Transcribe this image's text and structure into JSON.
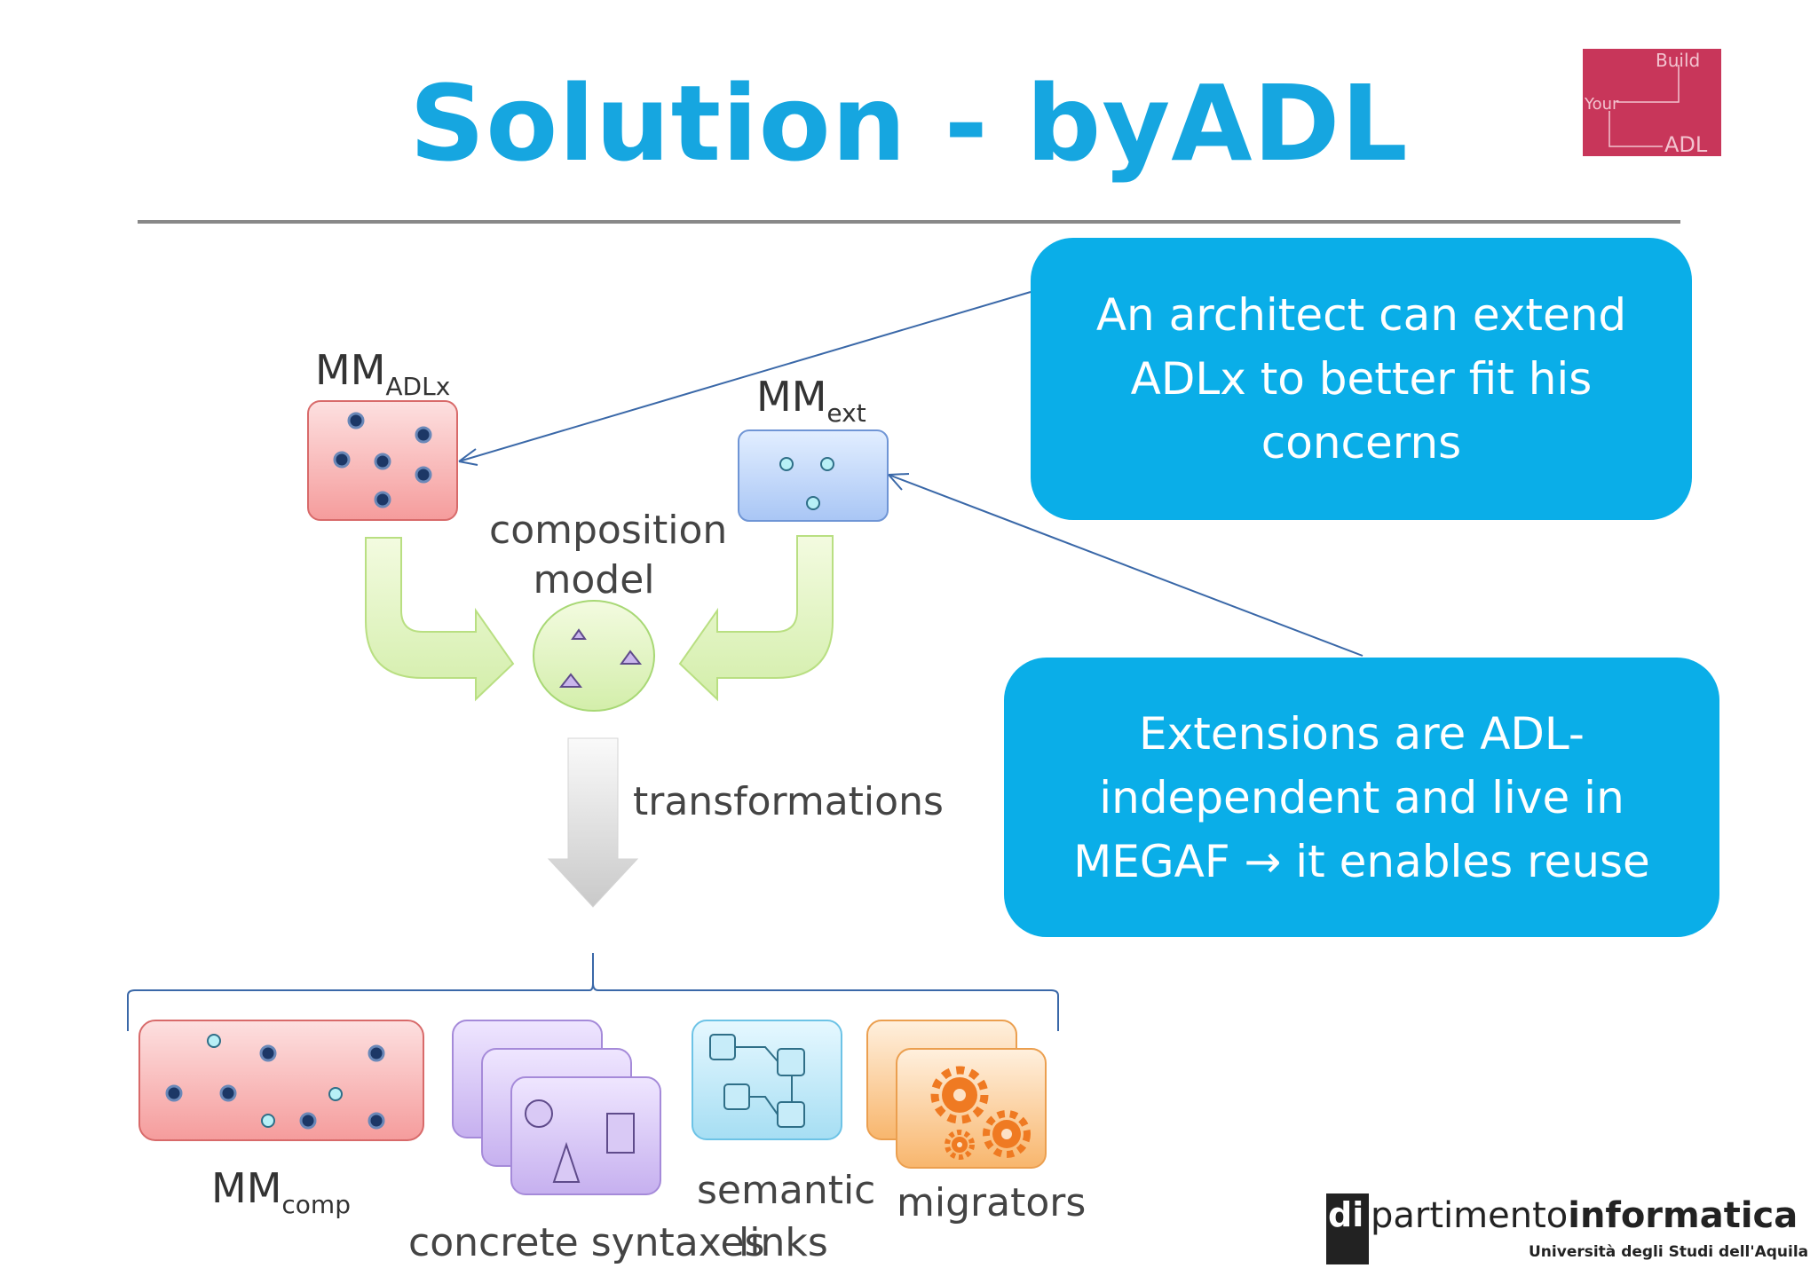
{
  "slide": {
    "title": "Solution - byADL"
  },
  "logo": {
    "word1": "Build",
    "word2": "Your",
    "word3": "ADL"
  },
  "callouts": {
    "top": "An architect can extend ADLx to better fit his concerns",
    "bottom": "Extensions are ADL-independent and live in MEGAF → it enables reuse"
  },
  "diagram": {
    "mm_adlx": {
      "base": "MM",
      "sub": "ADLx"
    },
    "mm_ext": {
      "base": "MM",
      "sub": "ext"
    },
    "composition_model_line1": "composition",
    "composition_model_line2": "model",
    "transformations": "transformations",
    "mm_comp": {
      "base": "MM",
      "sub": "comp"
    },
    "concrete_syntaxes": "concrete syntaxes",
    "semantic_links_line1": "semantic",
    "semantic_links_line2": "links",
    "migrators": "migrators"
  },
  "footer": {
    "dept_prefix": "di",
    "dept_part1": "partimento",
    "dept_part2": "informatica",
    "university": "Università degli Studi dell'Aquila"
  },
  "colors": {
    "title": "#16a6e0",
    "callout": "#0aaee8",
    "logo": "#c8365a"
  }
}
